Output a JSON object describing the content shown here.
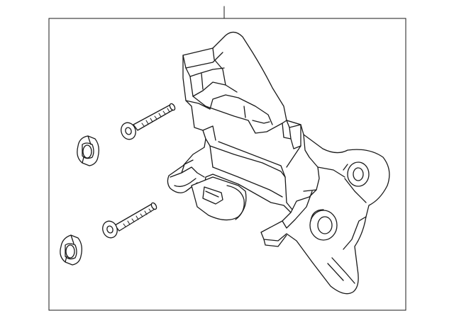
{
  "diagram": {
    "style": "exploded parts illustration, black line art on white",
    "callout_count": 1,
    "parts": [
      {
        "name": "mounting-bracket",
        "icon": "bracket-line-art"
      },
      {
        "name": "bolt",
        "count": 2,
        "icon": "bolt-line-art"
      },
      {
        "name": "nut",
        "count": 2,
        "icon": "nut-line-art"
      }
    ],
    "colors": {
      "line": "#1a1a1a",
      "background": "#ffffff",
      "frame": "#1a1a1a"
    }
  }
}
